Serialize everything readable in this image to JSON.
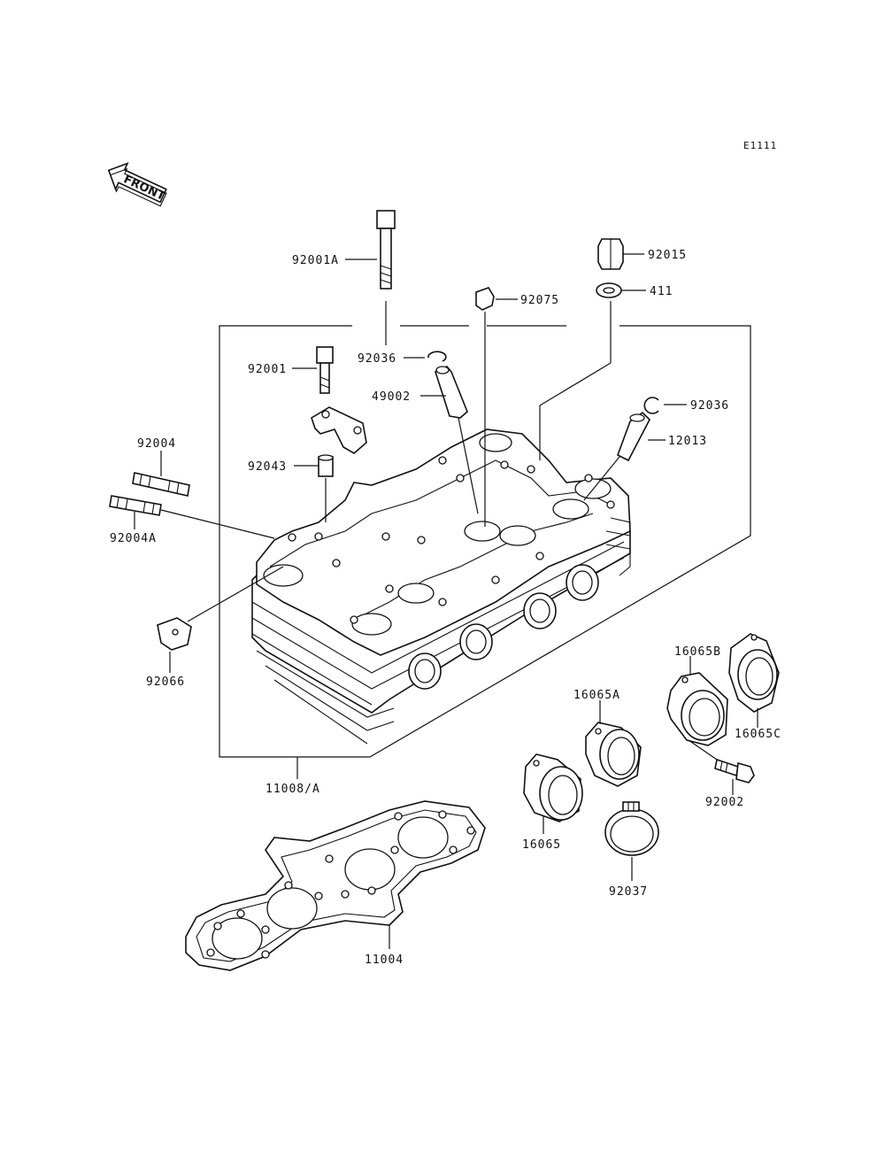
{
  "diagram_code": "E1111",
  "front_label": "FRONT",
  "labels": {
    "p92001A": "92001A",
    "p92015": "92015",
    "p411": "411",
    "p92075": "92075",
    "p92036a": "92036",
    "p92001": "92001",
    "p49002": "49002",
    "p92036b": "92036",
    "p12013": "12013",
    "p92004": "92004",
    "p92043": "92043",
    "p92004A": "92004A",
    "p92066": "92066",
    "p16065B": "16065B",
    "p16065A": "16065A",
    "p16065C": "16065C",
    "p11008A": "11008/A",
    "p92002": "92002",
    "p16065": "16065",
    "p92037": "92037",
    "p11004": "11004"
  }
}
